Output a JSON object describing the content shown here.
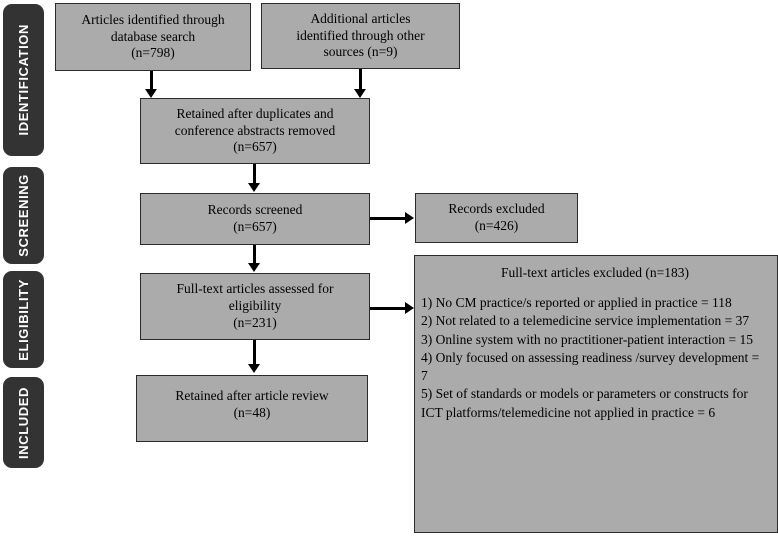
{
  "diagram": {
    "title": "PRISMA study selection flow diagram",
    "colors": {
      "box_fill": "#ababab",
      "box_border": "#2b2b2b",
      "stage_fill": "#333333",
      "stage_text": "#ffffff",
      "connector": "#000000",
      "background": "#ffffff"
    }
  },
  "stages": [
    {
      "id": "identification",
      "label": "IDENTIFICATION"
    },
    {
      "id": "screening",
      "label": "SCREENING"
    },
    {
      "id": "eligibility",
      "label": "ELIGIBILITY"
    },
    {
      "id": "included",
      "label": "INCLUDED"
    }
  ],
  "boxes": {
    "database_search": "Articles identified through\ndatabase search\n(n=798)",
    "other_sources": "Additional articles\nidentified through other\nsources (n=9)",
    "duplicates_removed": "Retained after duplicates and\nconference abstracts removed\n(n=657)",
    "records_screened": "Records screened\n(n=657)",
    "records_excluded": "Records excluded\n(n=426)",
    "fulltext_assessed": "Full-text articles assessed for\neligibility\n(n=231)",
    "retained_after_review": "Retained after article review\n(n=48)"
  },
  "excluded_panel": {
    "title": "Full-text articles excluded (n=183)",
    "reasons": [
      "1) No CM practice/s reported or applied in practice = 118",
      "2) Not related to a telemedicine service implementation = 37",
      "3) Online system with no practitioner-patient interaction = 15",
      "4) Only focused on assessing readiness /survey development = 7",
      "5) Set of standards or models or parameters or constructs for ICT platforms/telemedicine not applied in practice = 6"
    ]
  },
  "counts": {
    "database_search": 798,
    "other_sources": 9,
    "after_duplicates": 657,
    "records_screened": 657,
    "records_excluded": 426,
    "fulltext_assessed": 231,
    "fulltext_excluded": 183,
    "retained_after_review": 48,
    "reason_1": 118,
    "reason_2": 37,
    "reason_3": 15,
    "reason_4": 7,
    "reason_5": 6
  }
}
